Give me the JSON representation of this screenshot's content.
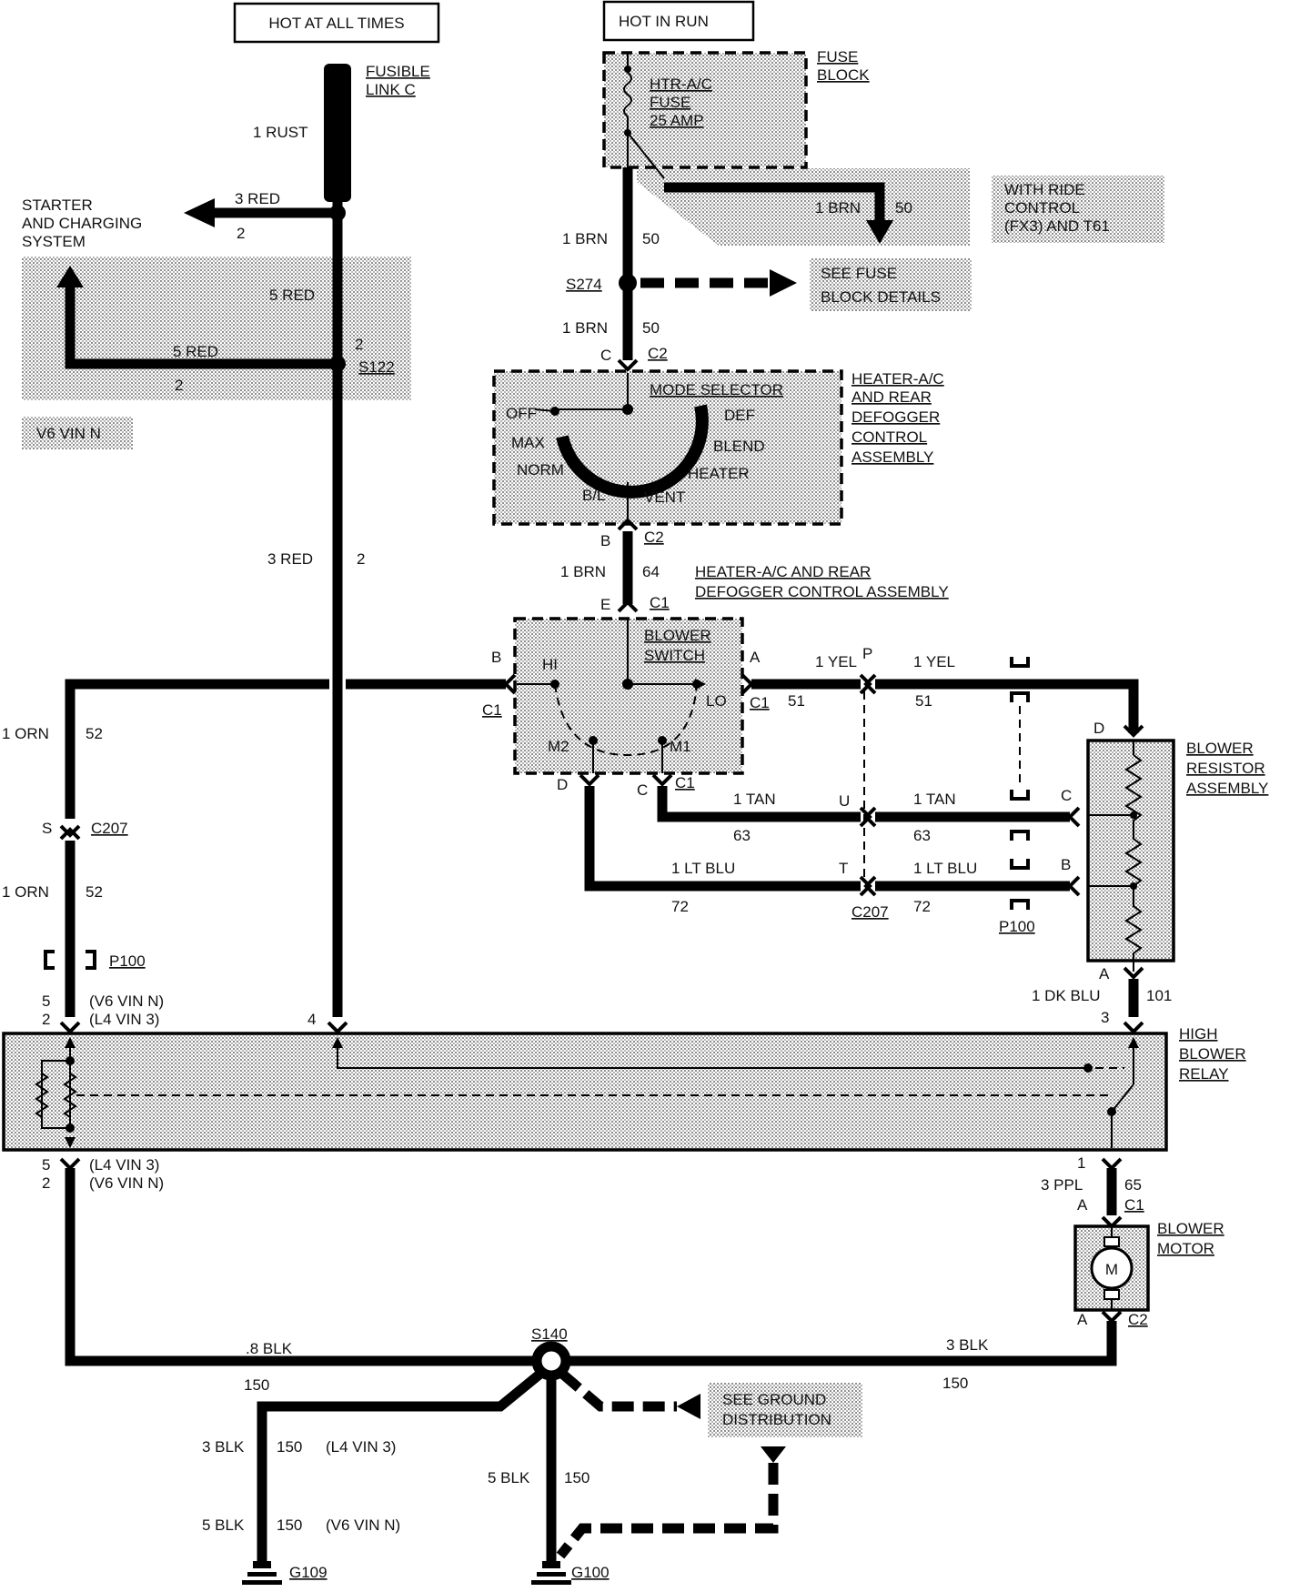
{
  "sources": {
    "hot_at_all_times": "HOT AT ALL TIMES",
    "hot_in_run": "HOT IN RUN"
  },
  "fusible_link": {
    "l1": "FUSIBLE",
    "l2": "LINK C"
  },
  "fuse_block": {
    "l1": "FUSE",
    "l2": "BLOCK",
    "fuse_l1": "HTR-A/C",
    "fuse_l2": "FUSE",
    "fuse_l3": "25 AMP"
  },
  "ride_control": {
    "l1": "WITH RIDE",
    "l2": "CONTROL",
    "l3": "(FX3) AND T61"
  },
  "see_fuse": {
    "l1": "SEE FUSE",
    "l2": "BLOCK DETAILS"
  },
  "starter": {
    "l1": "STARTER",
    "l2": "AND CHARGING",
    "l3": "SYSTEM"
  },
  "v6_vin_n": "V6 VIN N",
  "splices": {
    "s274": "S274",
    "s122": "S122",
    "s140": "S140"
  },
  "connectors": {
    "c1": "C1",
    "c2": "C2",
    "c207": "C207",
    "p100": "P100",
    "A": "A",
    "B": "B",
    "C": "C",
    "D": "D",
    "E": "E",
    "P": "P",
    "U": "U",
    "T": "T",
    "S": "S",
    "n1": "1",
    "n2": "2",
    "n3": "3",
    "n4": "4",
    "n5": "5"
  },
  "wires": {
    "rust": "1 RUST",
    "red3": "3 RED",
    "red5": "5 RED",
    "red_circ": "2",
    "brn1": "1 BRN",
    "brn_circ50": "50",
    "brn_circ64": "64",
    "orn": "1 ORN",
    "orn_circ": "52",
    "yel": "1 YEL",
    "yel_circ": "51",
    "tan": "1 TAN",
    "tan_circ": "63",
    "ltblu": "1 LT BLU",
    "ltblu_circ": "72",
    "dkblu": "1 DK BLU",
    "dkblu_circ": "101",
    "ppl": "3 PPL",
    "ppl_circ": "65",
    "blk08": ".8 BLK",
    "blk3": "3 BLK",
    "blk5": "5 BLK",
    "blk_circ": "150"
  },
  "mode_selector": {
    "title": "MODE SELECTOR",
    "off": "OFF",
    "max": "MAX",
    "norm": "NORM",
    "bl": "B/L",
    "vent": "VENT",
    "heater": "HEATER",
    "blend": "BLEND",
    "def": "DEF"
  },
  "control_assembly": {
    "l1": "HEATER-A/C",
    "l2": "AND REAR",
    "l3": "DEFOGGER",
    "l4": "CONTROL",
    "l5": "ASSEMBLY",
    "lower_l1": "HEATER-A/C AND REAR",
    "lower_l2": "DEFOGGER CONTROL ASSEMBLY"
  },
  "blower_switch": {
    "l1": "BLOWER",
    "l2": "SWITCH",
    "hi": "HI",
    "lo": "LO",
    "m1": "M1",
    "m2": "M2"
  },
  "resistor": {
    "l1": "BLOWER",
    "l2": "RESISTOR",
    "l3": "ASSEMBLY"
  },
  "relay": {
    "l1": "HIGH",
    "l2": "BLOWER",
    "l3": "RELAY"
  },
  "relay_pins": {
    "top_v6": "(V6 VIN N)",
    "top_l4": "(L4 VIN 3)",
    "bot_l4": "(L4 VIN 3)",
    "bot_v6": "(V6 VIN N)"
  },
  "motor": {
    "l1": "BLOWER",
    "l2": "MOTOR",
    "symbol": "M"
  },
  "ground": {
    "see_l1": "SEE GROUND",
    "see_l2": "DISTRIBUTION",
    "g109": "G109",
    "g100": "G100",
    "l4": "(L4 VIN 3)",
    "v6": "(V6 VIN  N)"
  }
}
